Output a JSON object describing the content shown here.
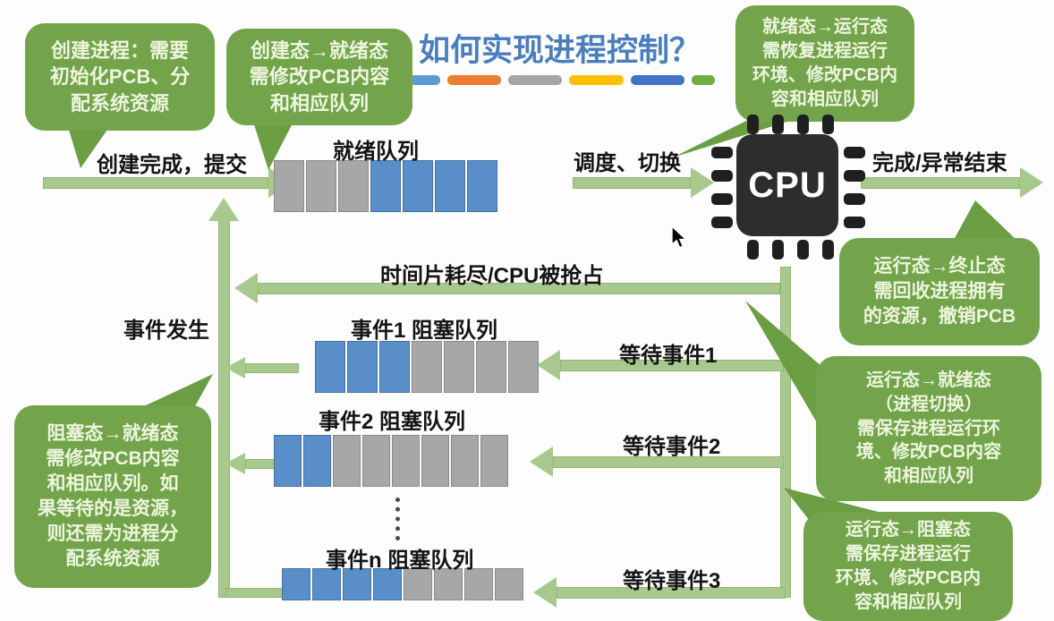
{
  "title": {
    "text": "如何实现进程控制？",
    "color": "#4a7ebc"
  },
  "dashes": [
    {
      "color": "#5B9BD5",
      "width": 34
    },
    {
      "color": "#ED7D31",
      "width": 60
    },
    {
      "color": "#A5A5A5",
      "width": 60
    },
    {
      "color": "#FFC000",
      "width": 61
    },
    {
      "color": "#4472C4",
      "width": 60
    },
    {
      "color": "#70AD47",
      "width": 26
    }
  ],
  "bubbles": {
    "create": "创建进程：需要\n初始化PCB、分\n配系统资源",
    "create_to_ready": "创建态→就绪态\n需修改PCB内容\n和相应队列",
    "ready_to_running": "就绪态→运行态\n需恢复进程运行\n环境、修改PCB内\n容和相应队列",
    "running_to_terminated": "运行态→终止态\n需回收进程拥有\n的资源，撤销PCB",
    "running_to_ready": "运行态→就绪态\n（进程切换）\n需保存进程运行环\n境、修改PCB内容\n和相应队列",
    "running_to_blocked": "运行态→阻塞态\n需保存进程运行\n环境、修改PCB内\n容和相应队列",
    "blocked_to_ready": "阻塞态→就绪态\n需修改PCB内容\n和相应队列。如\n果等待的是资源，\n则还需为进程分\n配系统资源"
  },
  "flow_labels": {
    "submit": "创建完成，提交",
    "ready_queue": "就绪队列",
    "dispatch": "调度、切换",
    "finish": "完成/异常结束",
    "preempt": "时间片耗尽/CPU被抢占",
    "event_occur": "事件发生",
    "event1_queue": "事件1 阻塞队列",
    "event2_queue": "事件2 阻塞队列",
    "eventn_queue": "事件n 阻塞队列",
    "wait1": "等待事件1",
    "wait2": "等待事件2",
    "wait3": "等待事件3"
  },
  "cpu_label": "CPU",
  "colors": {
    "blue": {
      "bg": "#5a8ec9",
      "border": "#44739e"
    },
    "gray": {
      "bg": "#a7a7a7",
      "border": "#8a8a8a"
    },
    "bubble_green": "#73a44b",
    "arrow_green": "#a9c88e",
    "title_blue": "#4a7ebc"
  },
  "queues": {
    "ready": {
      "blocks": [
        "gray",
        "gray",
        "gray",
        "blue",
        "blue",
        "blue",
        "blue"
      ]
    },
    "event1": {
      "blocks": [
        "blue",
        "blue",
        "blue",
        "gray",
        "gray",
        "gray",
        "gray"
      ]
    },
    "event2": {
      "blocks": [
        "blue",
        "blue",
        "gray",
        "gray",
        "gray",
        "gray",
        "gray",
        "gray"
      ]
    },
    "eventn": {
      "blocks": [
        "blue",
        "blue",
        "blue",
        "blue",
        "gray",
        "gray",
        "gray",
        "gray"
      ]
    }
  }
}
